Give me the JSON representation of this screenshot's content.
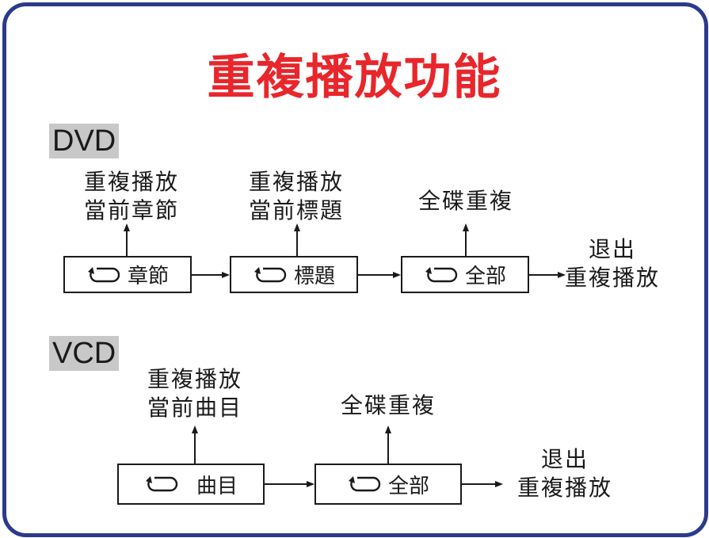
{
  "title": "重複播放功能",
  "dvd": {
    "label": "DVD",
    "boxes": [
      {
        "label": "章節",
        "above": [
          "重複播放",
          "當前章節"
        ]
      },
      {
        "label": "標題",
        "above": [
          "重複播放",
          "當前標題"
        ]
      },
      {
        "label": "全部",
        "above": [
          "全碟重複"
        ]
      }
    ],
    "exit": [
      "退出",
      "重複播放"
    ]
  },
  "vcd": {
    "label": "VCD",
    "boxes": [
      {
        "label": "曲目",
        "above": [
          "重複播放",
          "當前曲目"
        ]
      },
      {
        "label": "全部",
        "above": [
          "全碟重複"
        ]
      }
    ],
    "exit": [
      "退出",
      "重複播放"
    ]
  },
  "colors": {
    "border": "#2b3a8c",
    "title": "#e8262b",
    "label_bg": "#c8c8c8"
  },
  "icons": {
    "repeat": "repeat-icon"
  }
}
